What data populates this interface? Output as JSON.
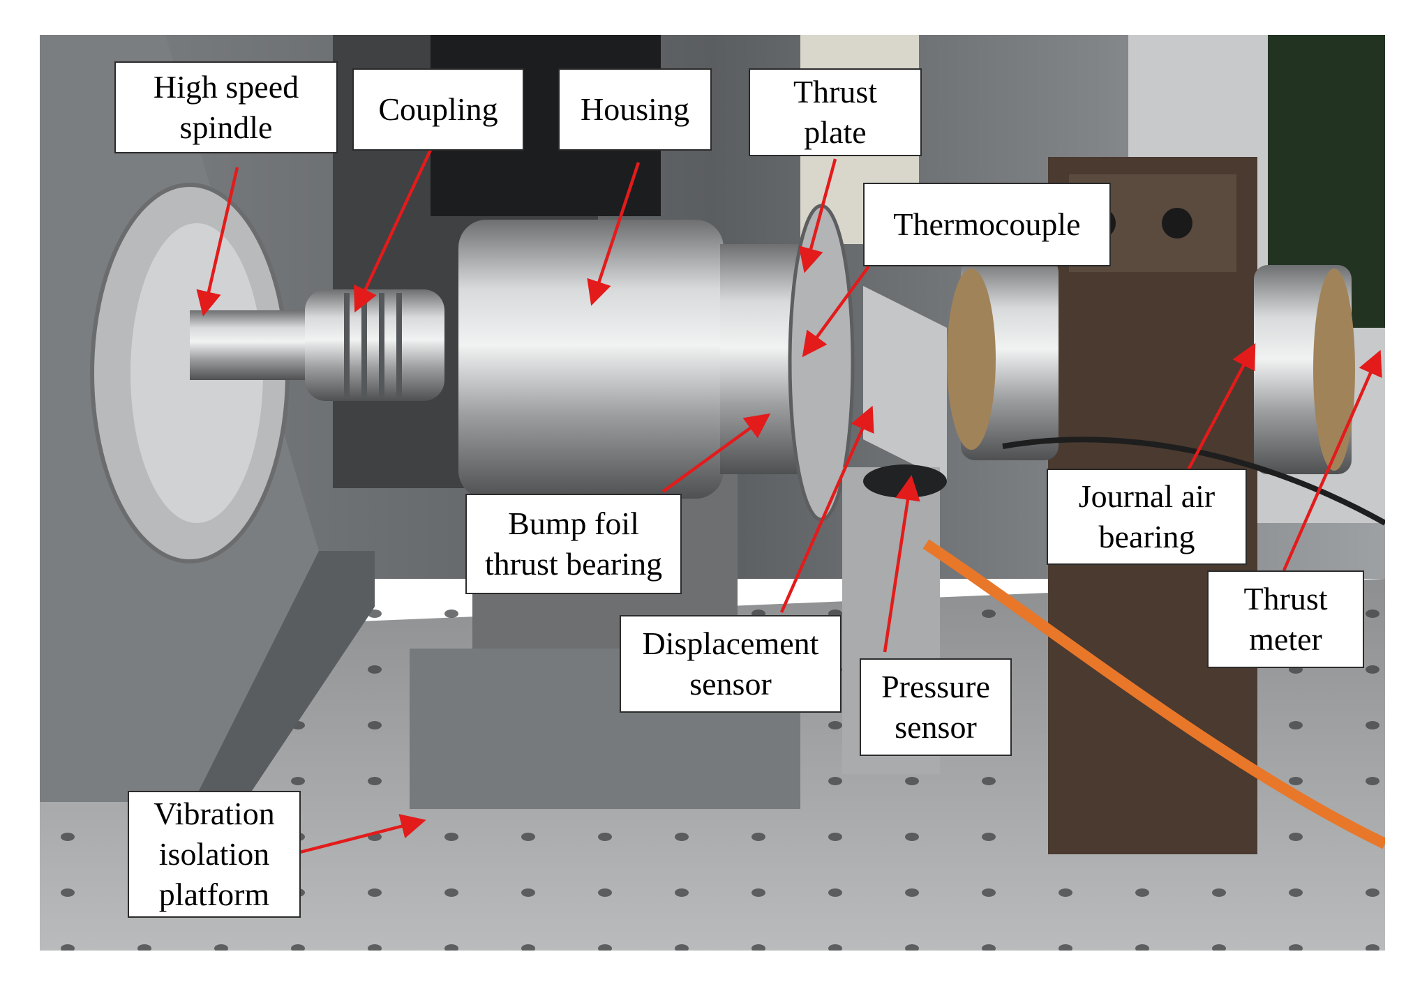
{
  "figure": {
    "labels": {
      "high_speed_spindle": [
        "High speed",
        "spindle"
      ],
      "coupling": [
        "Coupling"
      ],
      "housing": [
        "Housing"
      ],
      "thrust_plate": [
        "Thrust",
        "plate"
      ],
      "thermocouple": [
        "Thermocouple"
      ],
      "bump_foil": [
        "Bump foil",
        "thrust bearing"
      ],
      "displacement_sensor": [
        "Displacement",
        "sensor"
      ],
      "pressure_sensor": [
        "Pressure",
        "sensor"
      ],
      "journal_air_bearing": [
        "Journal air",
        "bearing"
      ],
      "thrust_meter": [
        "Thrust",
        "meter"
      ],
      "vibration_platform": [
        "Vibration",
        "isolation",
        "platform"
      ]
    },
    "colors": {
      "arrow": "#e31b1b",
      "steel": "#a9abac",
      "platform": "#8e9092",
      "cable": "#e8772a",
      "bracket": "#4a3a30"
    }
  }
}
